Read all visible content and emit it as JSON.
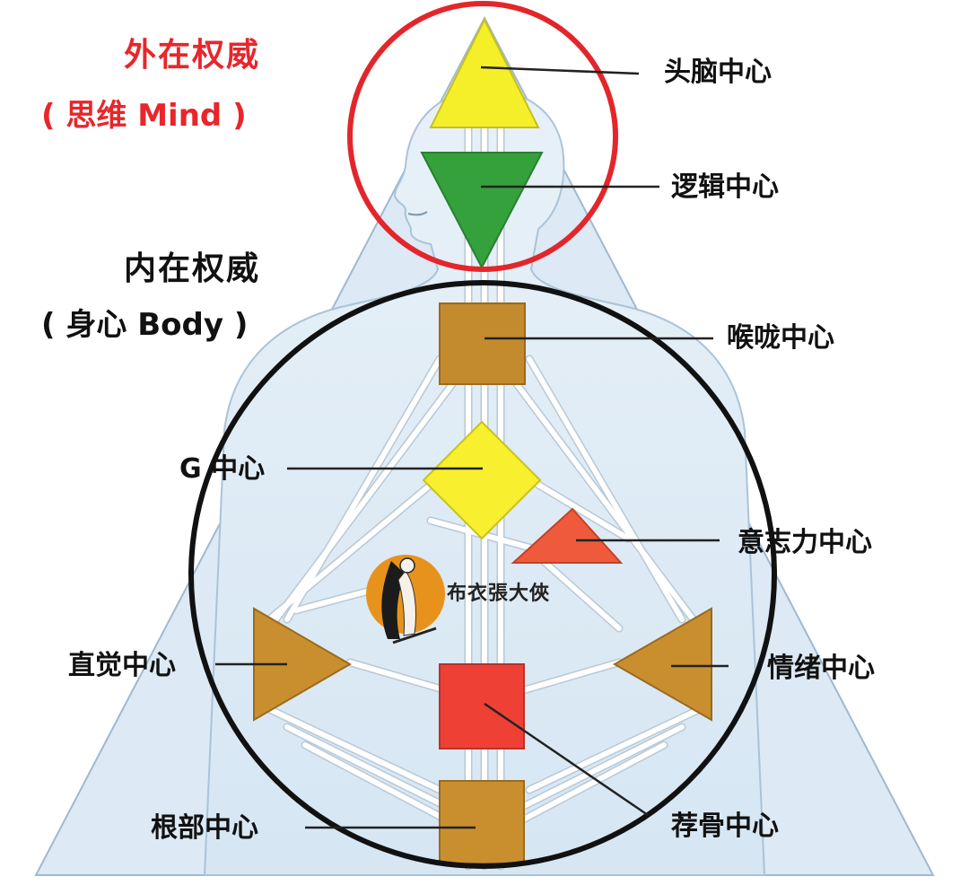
{
  "external_authority": {
    "title": "外在权威",
    "subtitle": "( 思维 Mind )"
  },
  "internal_authority": {
    "title": "内在权威",
    "subtitle": "( 身心 Body )"
  },
  "centers": {
    "head": "头脑中心",
    "ajna": "逻辑中心",
    "throat": "喉咙中心",
    "g": "G 中心",
    "will": "意志力中心",
    "spleen": "直觉中心",
    "solar_plexus": "情绪中心",
    "sacral": "荐骨中心",
    "root": "根部中心"
  },
  "watermark": "布衣張大俠",
  "colors": {
    "external_circle": "#e3262b",
    "internal_circle": "#111111",
    "head": "#f5ef2a",
    "ajna": "#34a13c",
    "throat": "#c48a2e",
    "g": "#f8f02e",
    "will": "#ef5a3c",
    "spleen": "#c98f2f",
    "solar_plexus": "#c98f2f",
    "sacral": "#ee4034",
    "root": "#c98f2f",
    "body_silhouette": "#dbe9f5"
  }
}
